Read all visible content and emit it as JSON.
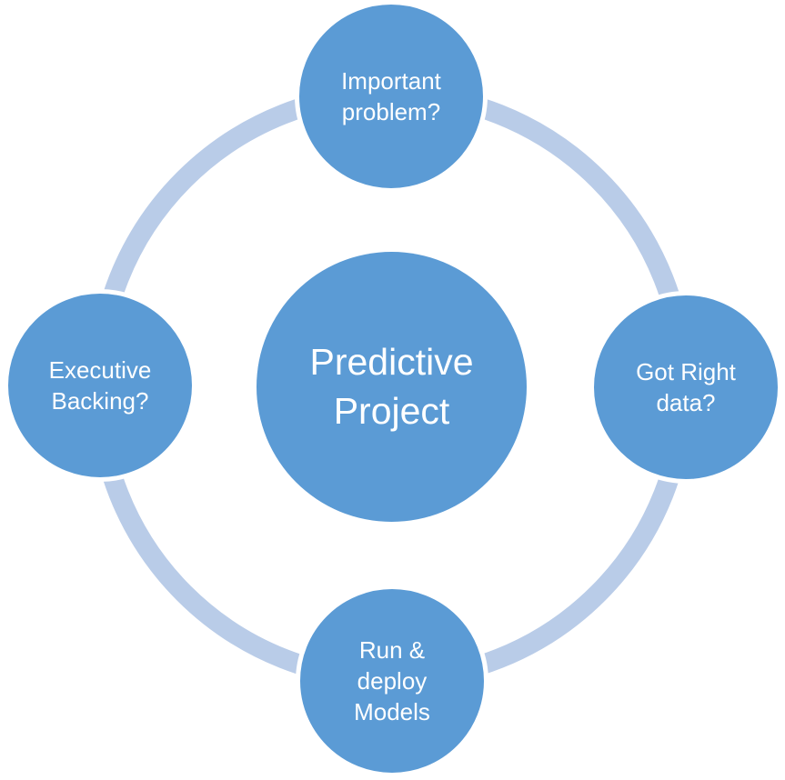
{
  "diagram": {
    "type": "cycle-diagram",
    "colors": {
      "node_fill": "#5b9bd5",
      "ring": "#b9cce8",
      "text": "#ffffff",
      "background": "#ffffff"
    },
    "center": {
      "label": "Predictive\nProject"
    },
    "nodes": [
      {
        "id": "top",
        "label": "Important\nproblem?"
      },
      {
        "id": "right",
        "label": "Got Right\ndata?"
      },
      {
        "id": "bottom",
        "label": "Run &\ndeploy\nModels"
      },
      {
        "id": "left",
        "label": "Executive\nBacking?"
      }
    ]
  }
}
